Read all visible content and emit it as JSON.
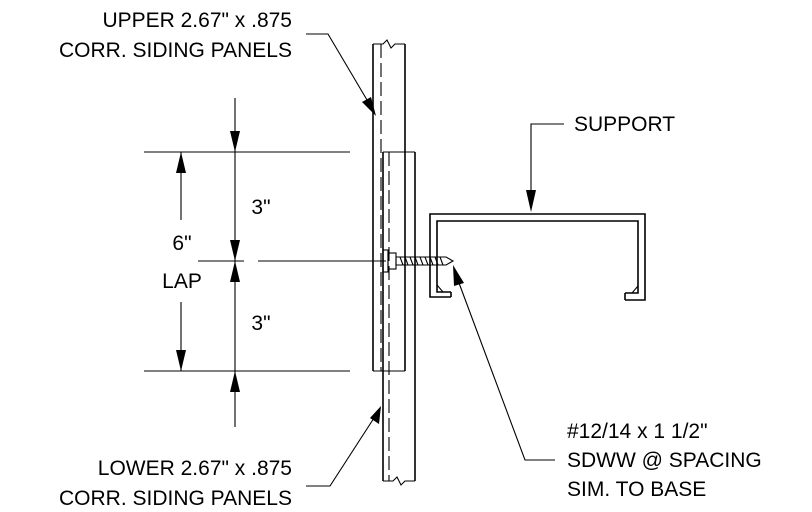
{
  "labels": {
    "upper_panel_line1": "UPPER 2.67\" x .875",
    "upper_panel_line2": "CORR. SIDING PANELS",
    "support": "SUPPORT",
    "dim_upper": "3\"",
    "dim_total": "6\"",
    "dim_lap": "LAP",
    "dim_lower": "3\"",
    "screw_line1": "#12/14 x 1 1/2\"",
    "screw_line2": "SDWW @ SPACING",
    "screw_line3": "SIM. TO BASE",
    "lower_panel_line1": "LOWER 2.67\" x .875",
    "lower_panel_line2": "CORR. SIDING PANELS"
  },
  "colors": {
    "ink": "#000000",
    "paper": "#ffffff"
  }
}
